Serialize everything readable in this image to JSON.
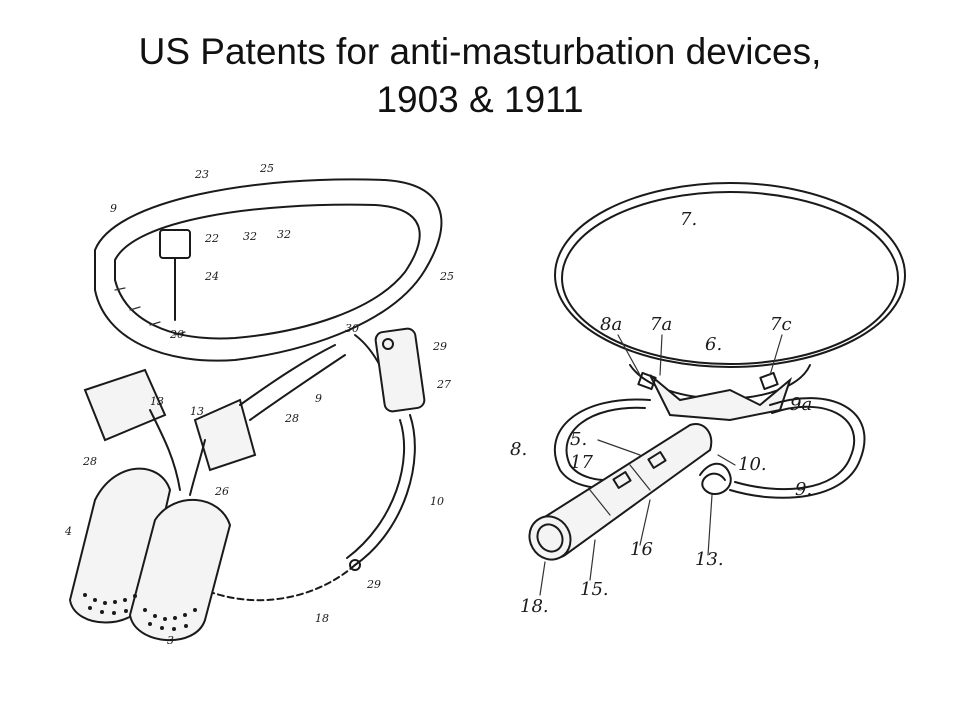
{
  "slide": {
    "title_line1": "US Patents for anti-masturbation devices,",
    "title_line2": "1903 & 1911"
  },
  "figure_left": {
    "labels": [
      "23",
      "25",
      "9",
      "22",
      "32",
      "32",
      "24",
      "20",
      "25",
      "30",
      "29",
      "9",
      "28",
      "27",
      "13",
      "13",
      "28",
      "4",
      "26",
      "29",
      "18",
      "10",
      "3"
    ]
  },
  "figure_right": {
    "labels": [
      "7.",
      "8a",
      "7a",
      "6.",
      "7c",
      "9a",
      "8.",
      "5.",
      "17",
      "10.",
      "9.",
      "16",
      "13.",
      "18.",
      "15."
    ]
  }
}
